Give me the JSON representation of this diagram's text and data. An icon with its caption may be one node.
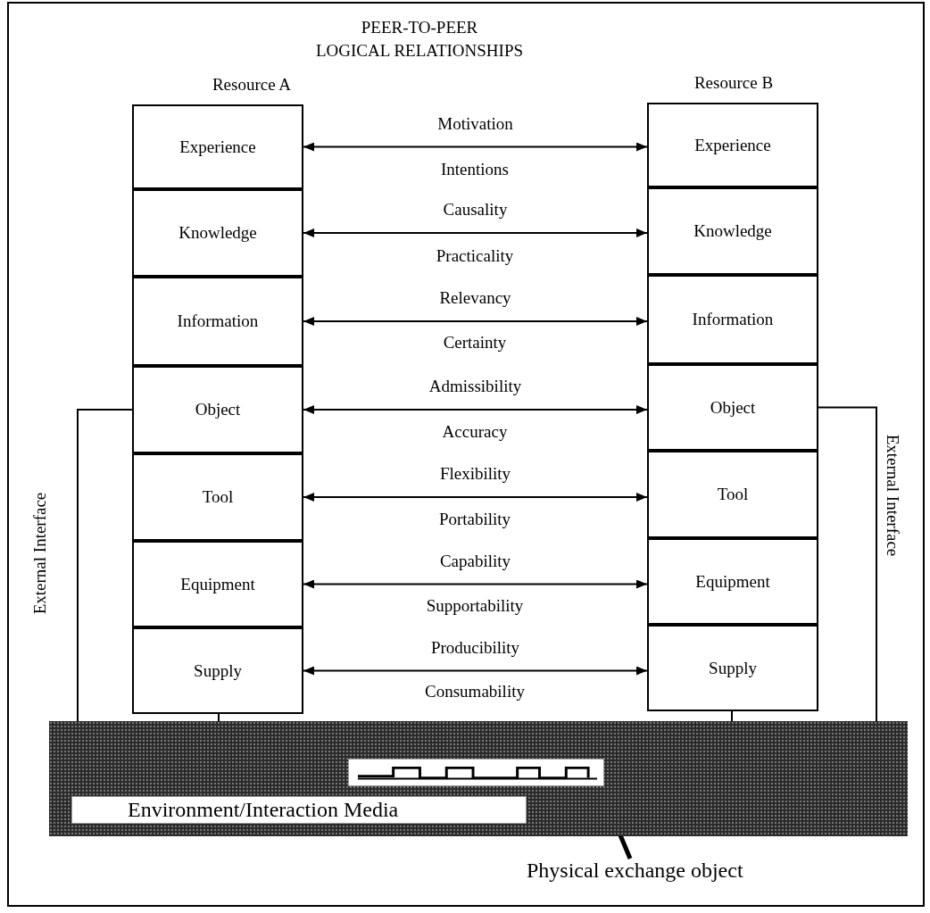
{
  "diagram": {
    "title": "PEER-TO-PEER LOGICAL RELATIONSHIPS",
    "nodes": [
      {
        "text": [
          "Experience"
        ]
      },
      {
        "text": [
          "Knowledge"
        ]
      },
      {
        "text": [
          "Information"
        ]
      },
      {
        "text": [
          "Object"
        ]
      },
      {
        "text": [
          "Tool"
        ]
      },
      {
        "text": [
          "Equipment"
        ]
      },
      {
        "text": [
          "Supply"
        ]
      },
      {
        "text": [
          "Experience"
        ]
      },
      {
        "text": [
          "Knowledge"
        ]
      },
      {
        "text": [
          "Information"
        ]
      },
      {
        "text": [
          "Object"
        ]
      },
      {
        "text": [
          "Tool"
        ]
      },
      {
        "text": [
          "Equipment"
        ]
      },
      {
        "text": [
          "Supply"
        ]
      },
      {
        "text": [],
        "shape": "bar"
      },
      {
        "text": [
          "Environment/Interaction Media"
        ],
        "in": 14
      },
      {
        "text": [],
        "shape": "picture",
        "in": 14
      },
      {
        "text": [
          "Physical exchange object"
        ]
      }
    ],
    "edges": [
      {
        "from": 0,
        "to": 7,
        "arrow": "both",
        "label": "Motivation"
      },
      {
        "from": 1,
        "to": 8,
        "arrow": "both",
        "label": "Causality"
      },
      {
        "from": 2,
        "to": 9,
        "arrow": "both",
        "label": "Relevancy"
      },
      {
        "from": 3,
        "to": 10,
        "arrow": "both",
        "label": "Admissibility"
      },
      {
        "from": 4,
        "to": 11,
        "arrow": "both",
        "label": "Flexibility"
      },
      {
        "from": 5,
        "to": 12,
        "arrow": "both",
        "label": "Capability"
      },
      {
        "from": 6,
        "to": 13,
        "arrow": "both",
        "label": "Producibility"
      },
      {
        "from": 3,
        "to": 14,
        "arrow": "none",
        "label": "External Interface"
      },
      {
        "from": 10,
        "to": 14,
        "arrow": "none",
        "label": "External Interface"
      },
      {
        "from": 6,
        "to": 14,
        "arrow": "other"
      },
      {
        "from": 13,
        "to": 14,
        "arrow": "other"
      },
      {
        "from": 17,
        "to": 16,
        "arrow": "none",
        "style": "thick"
      }
    ],
    "labels": [
      "Resource A",
      "Resource B",
      "Intentions",
      "Practicality",
      "Certainty",
      "Accuracy",
      "Portability",
      "Supportability",
      "Consumability"
    ]
  }
}
